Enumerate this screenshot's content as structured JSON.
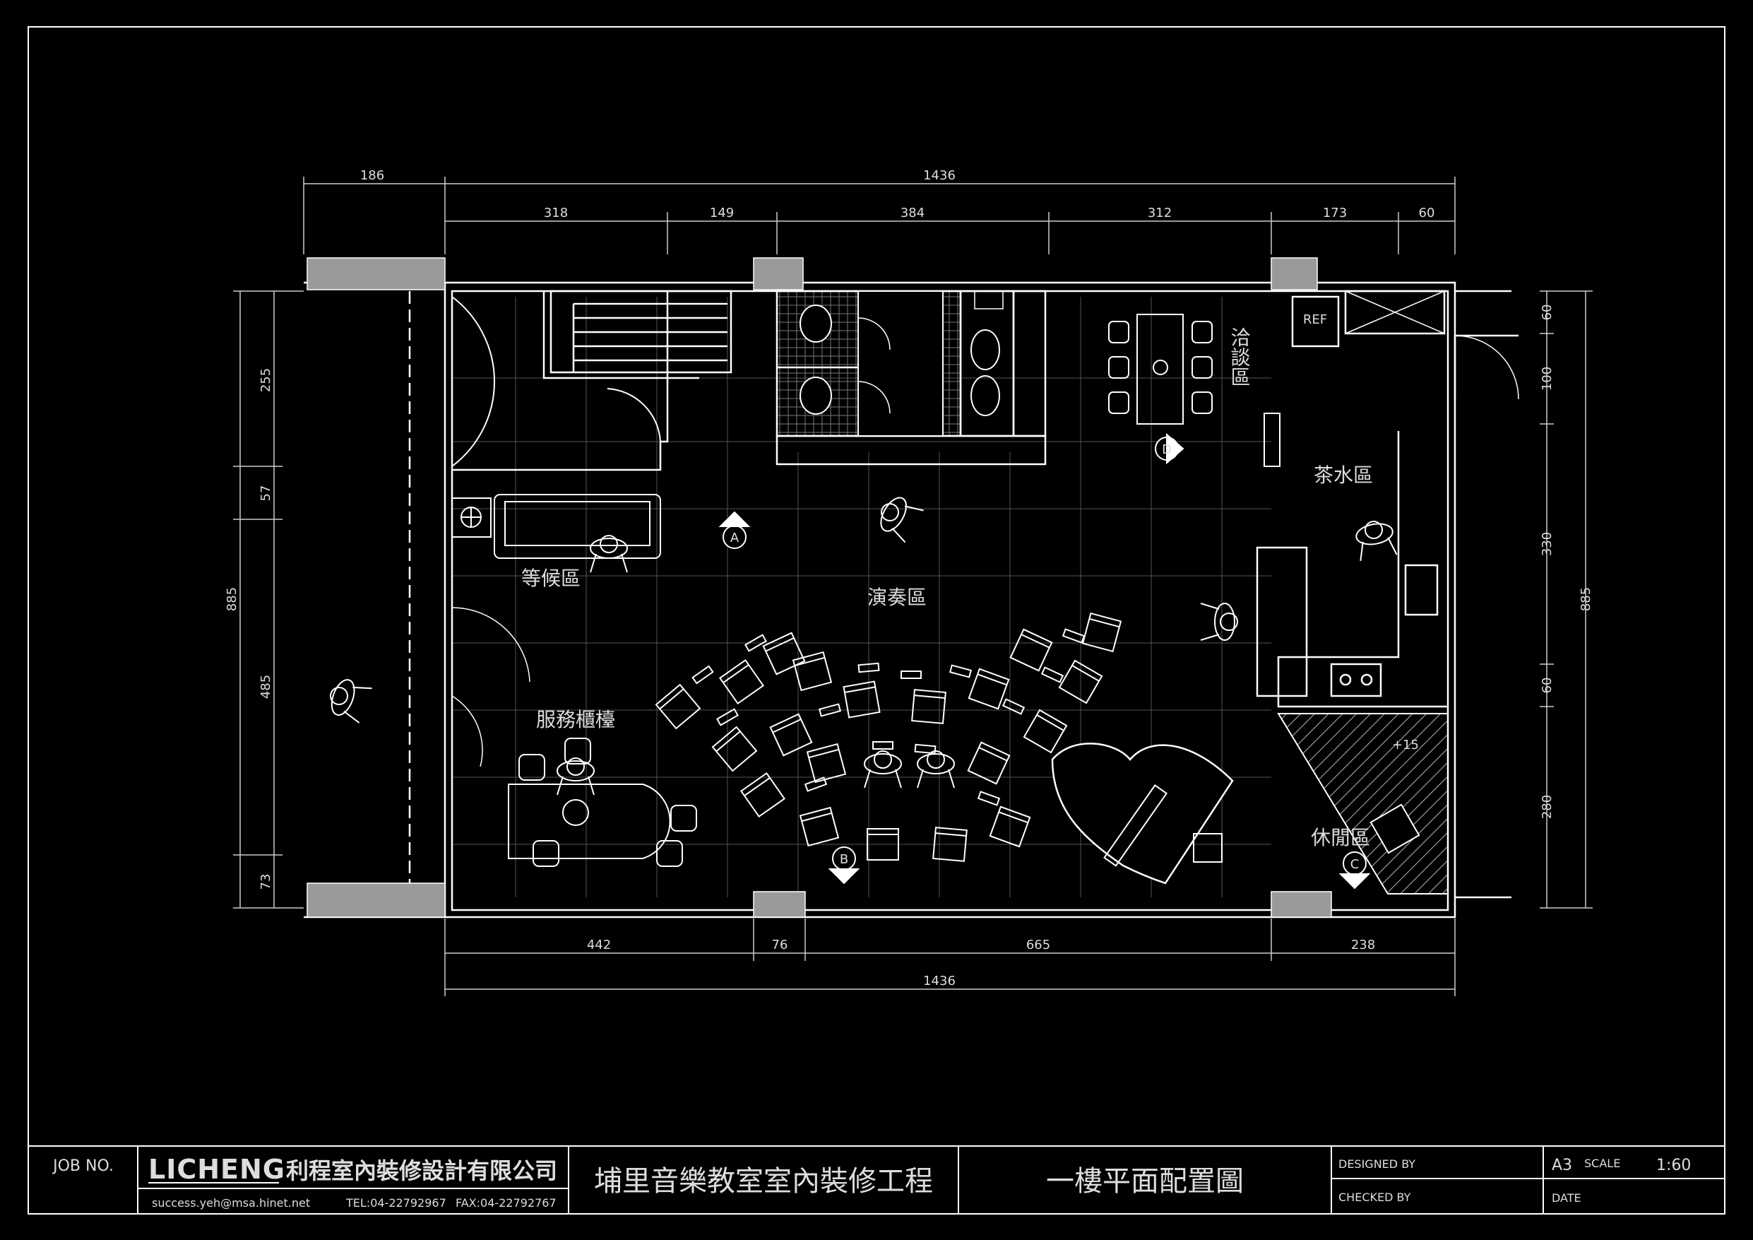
{
  "dimensions": {
    "top_outer": [
      "186",
      "1436"
    ],
    "top_inner": [
      "318",
      "149",
      "384",
      "312",
      "173",
      "60"
    ],
    "bottom_inner": [
      "442",
      "76",
      "665",
      "238"
    ],
    "bottom_outer": "1436",
    "left_inner": [
      "255",
      "57",
      "485",
      "73"
    ],
    "left_outer": "885",
    "right_inner": [
      "60",
      "100",
      "330",
      "60",
      "280"
    ],
    "right_outer": "885"
  },
  "zones": {
    "meeting": "洽談區",
    "tea": "茶水區",
    "waiting": "等候區",
    "performance": "演奏區",
    "service": "服務櫃檯",
    "lounge": "休閒區",
    "level": "+15",
    "fridge": "REF"
  },
  "markers": [
    "A",
    "B",
    "C",
    "D"
  ],
  "title_block": {
    "job_no_label": "JOB NO.",
    "logo": "LICHENG",
    "company": "利程室內裝修設計有限公司",
    "email": "success.yeh@msa.hinet.net",
    "tel": "TEL:04-22792967",
    "fax": "FAX:04-22792767",
    "project": "埔里音樂教室室內裝修工程",
    "drawing": "一樓平面配置圖",
    "designed_by": "DESIGNED BY",
    "checked_by": "CHECKED BY",
    "paper": "A3",
    "scale_label": "SCALE",
    "scale": "1:60",
    "date_label": "DATE"
  },
  "colors": {
    "background": "#000000",
    "line": "#ffffff",
    "wall_fill": "#9a9a9a"
  }
}
